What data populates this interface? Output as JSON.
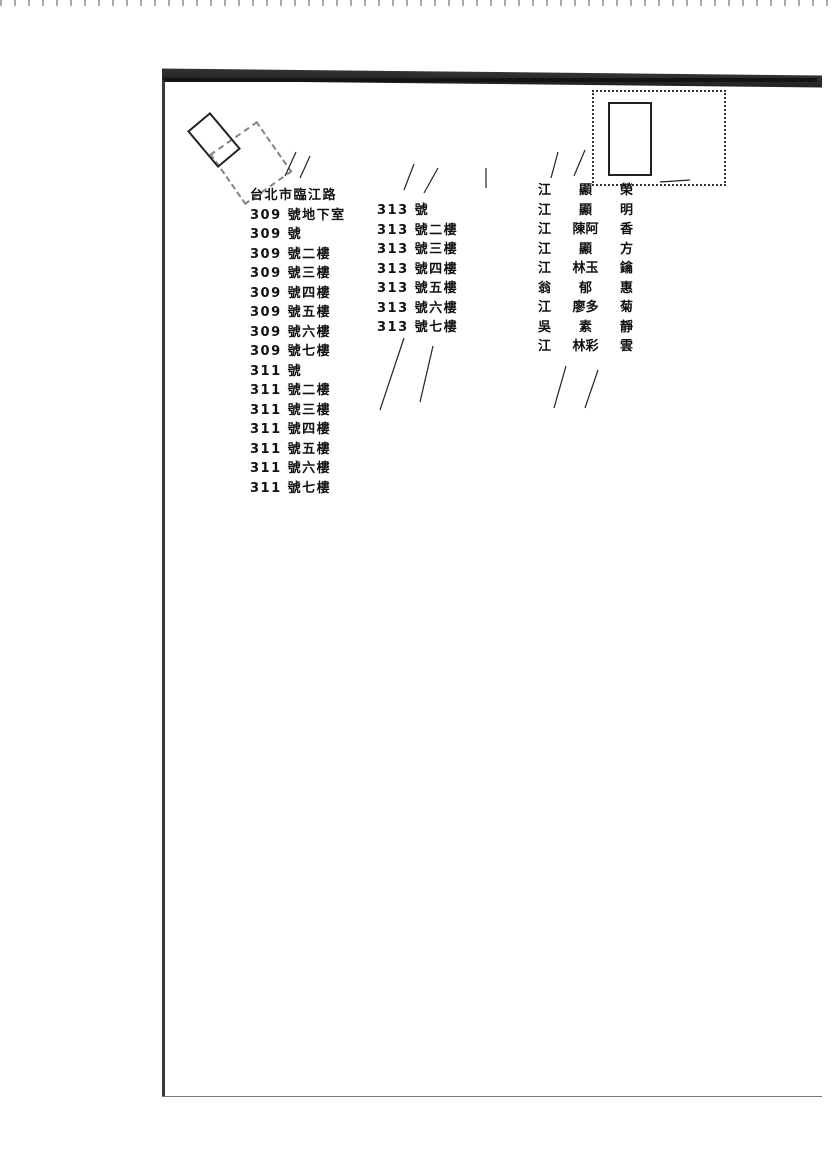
{
  "address_header": "台北市臨江路",
  "left_column": [
    "309 號地下室",
    "309 號",
    "309 號二樓",
    "309 號三樓",
    "309 號四樓",
    "309 號五樓",
    "309 號六樓",
    "309 號七樓",
    "311 號",
    "311 號二樓",
    "311 號三樓",
    "311 號四樓",
    "311 號五樓",
    "311 號六樓",
    "311 號七樓"
  ],
  "middle_column": [
    "313 號",
    "313 號二樓",
    "313 號三樓",
    "313 號四樓",
    "313 號五樓",
    "313 號六樓",
    "313 號七樓"
  ],
  "right_column": [
    [
      "江",
      "顯",
      "榮"
    ],
    [
      "江",
      "顯",
      "明"
    ],
    [
      "江",
      "陳阿",
      "香"
    ],
    [
      "江",
      "顯",
      "方"
    ],
    [
      "江",
      "林玉",
      "鑰"
    ],
    [
      "翁",
      "郁",
      "惠"
    ],
    [
      "江",
      "廖多",
      "菊"
    ],
    [
      "吳",
      "素",
      "靜"
    ],
    [
      "江",
      "林彩",
      "雲"
    ]
  ]
}
